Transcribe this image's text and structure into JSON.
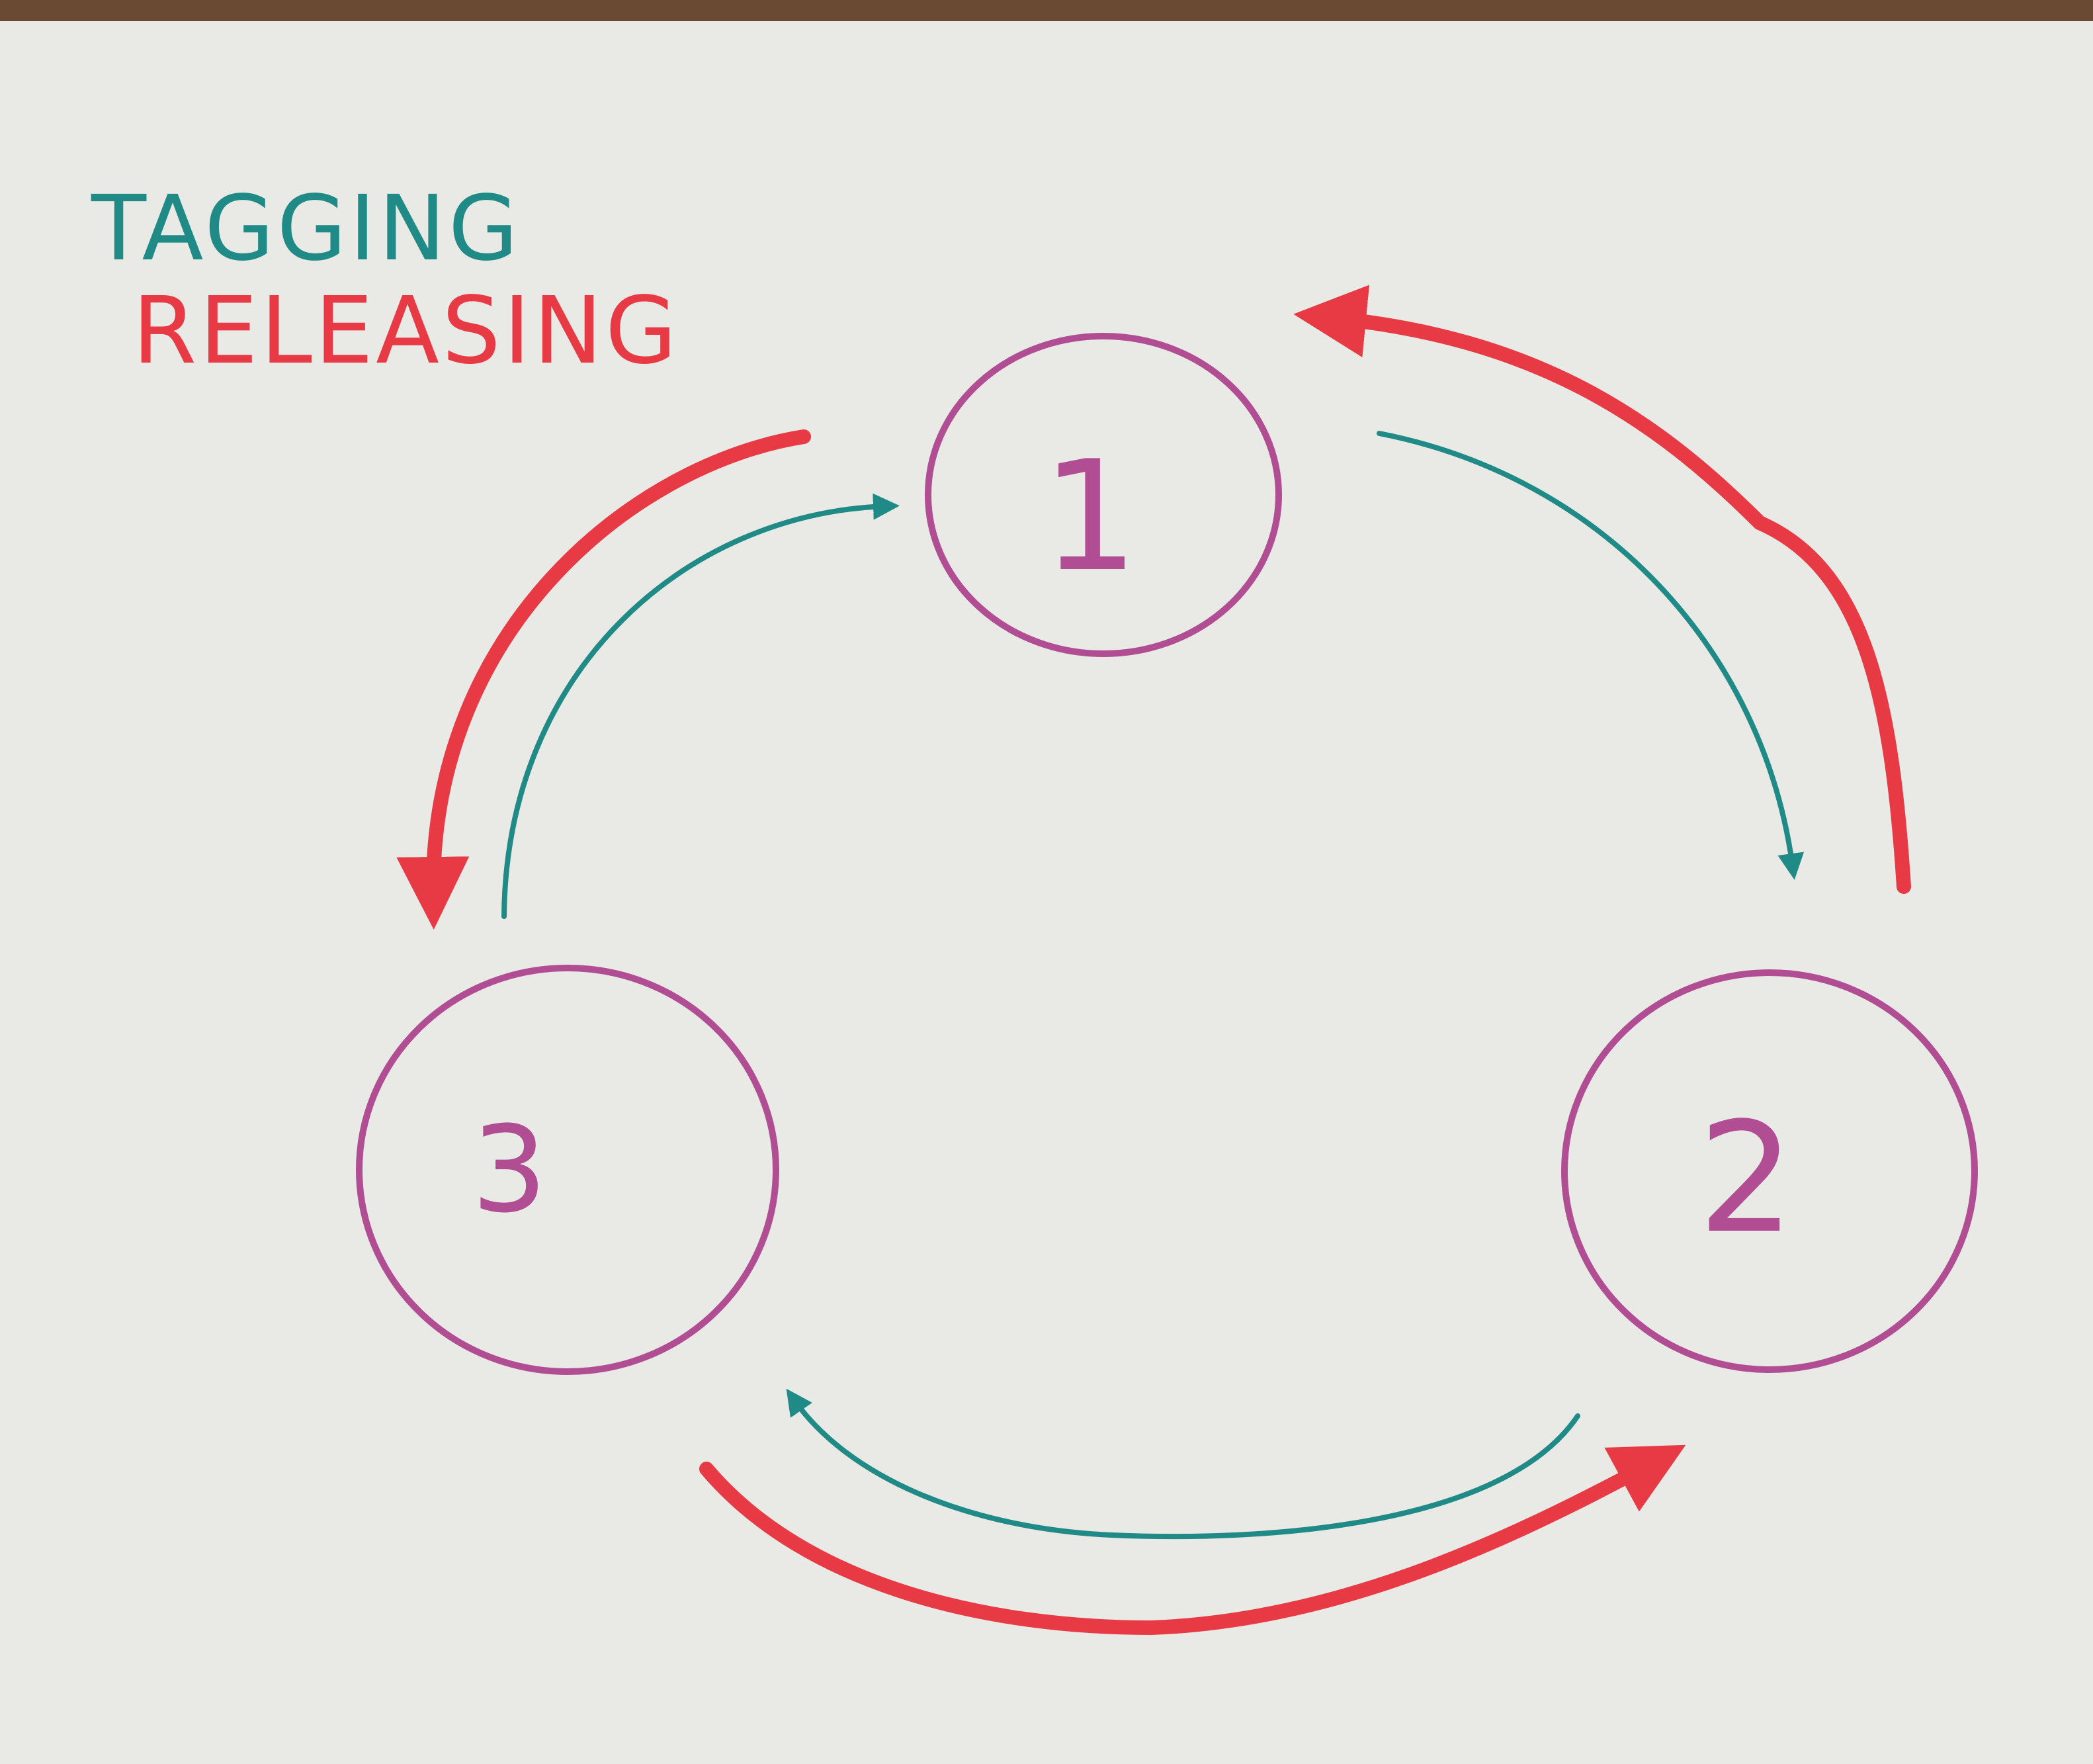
{
  "legend": {
    "tagging_label": "TAGGING",
    "releasing_label": "RELEASING"
  },
  "nodes": [
    {
      "id": "n1",
      "label": "1"
    },
    {
      "id": "n2",
      "label": "2"
    },
    {
      "id": "n3",
      "label": "3"
    }
  ],
  "edges": [
    {
      "from": "1",
      "to": "2",
      "kind": "tagging"
    },
    {
      "from": "2",
      "to": "1",
      "kind": "releasing"
    },
    {
      "from": "3",
      "to": "1",
      "kind": "tagging"
    },
    {
      "from": "1",
      "to": "3",
      "kind": "releasing"
    },
    {
      "from": "2",
      "to": "3",
      "kind": "tagging"
    },
    {
      "from": "3",
      "to": "2",
      "kind": "releasing"
    }
  ],
  "colors": {
    "paper": "#e9e9e6",
    "wood": "#6b4a33",
    "tagging": "#1f8a86",
    "releasing": "#e83a45",
    "node": "#b04d93"
  }
}
